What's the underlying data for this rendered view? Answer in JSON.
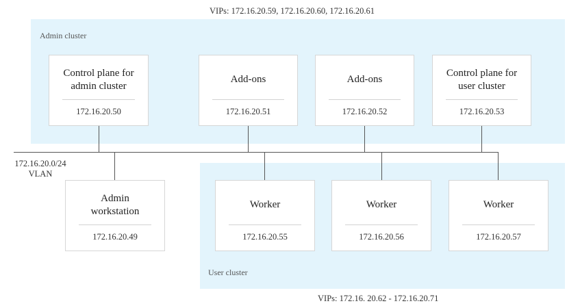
{
  "admin_vips": "VIPs: 172.16.20.59, 172.16.20.60, 172.16.20.61",
  "user_vips": "VIPs: 172.16. 20.62 - 172.16.20.71",
  "admin_cluster": {
    "label": "Admin cluster",
    "nodes": [
      {
        "title_line1": "Control plane for",
        "title_line2": "admin cluster",
        "ip": "172.16.20.50"
      },
      {
        "title_line1": "Add-ons",
        "title_line2": "",
        "ip": "172.16.20.51"
      },
      {
        "title_line1": "Add-ons",
        "title_line2": "",
        "ip": "172.16.20.52"
      },
      {
        "title_line1": "Control plane for",
        "title_line2": "user cluster",
        "ip": "172.16.20.53"
      }
    ]
  },
  "admin_workstation": {
    "title_line1": "Admin",
    "title_line2": "workstation",
    "ip": "172.16.20.49"
  },
  "user_cluster": {
    "label": "User cluster",
    "nodes": [
      {
        "title_line1": "Worker",
        "title_line2": "",
        "ip": "172.16.20.55"
      },
      {
        "title_line1": "Worker",
        "title_line2": "",
        "ip": "172.16.20.56"
      },
      {
        "title_line1": "Worker",
        "title_line2": "",
        "ip": "172.16.20.57"
      }
    ]
  },
  "network": {
    "subnet": "172.16.20.0/24",
    "vlan": "VLAN"
  },
  "colors": {
    "cluster_background": "#e3f4fc",
    "line": "#555555",
    "node_border": "#d6d6d6"
  }
}
